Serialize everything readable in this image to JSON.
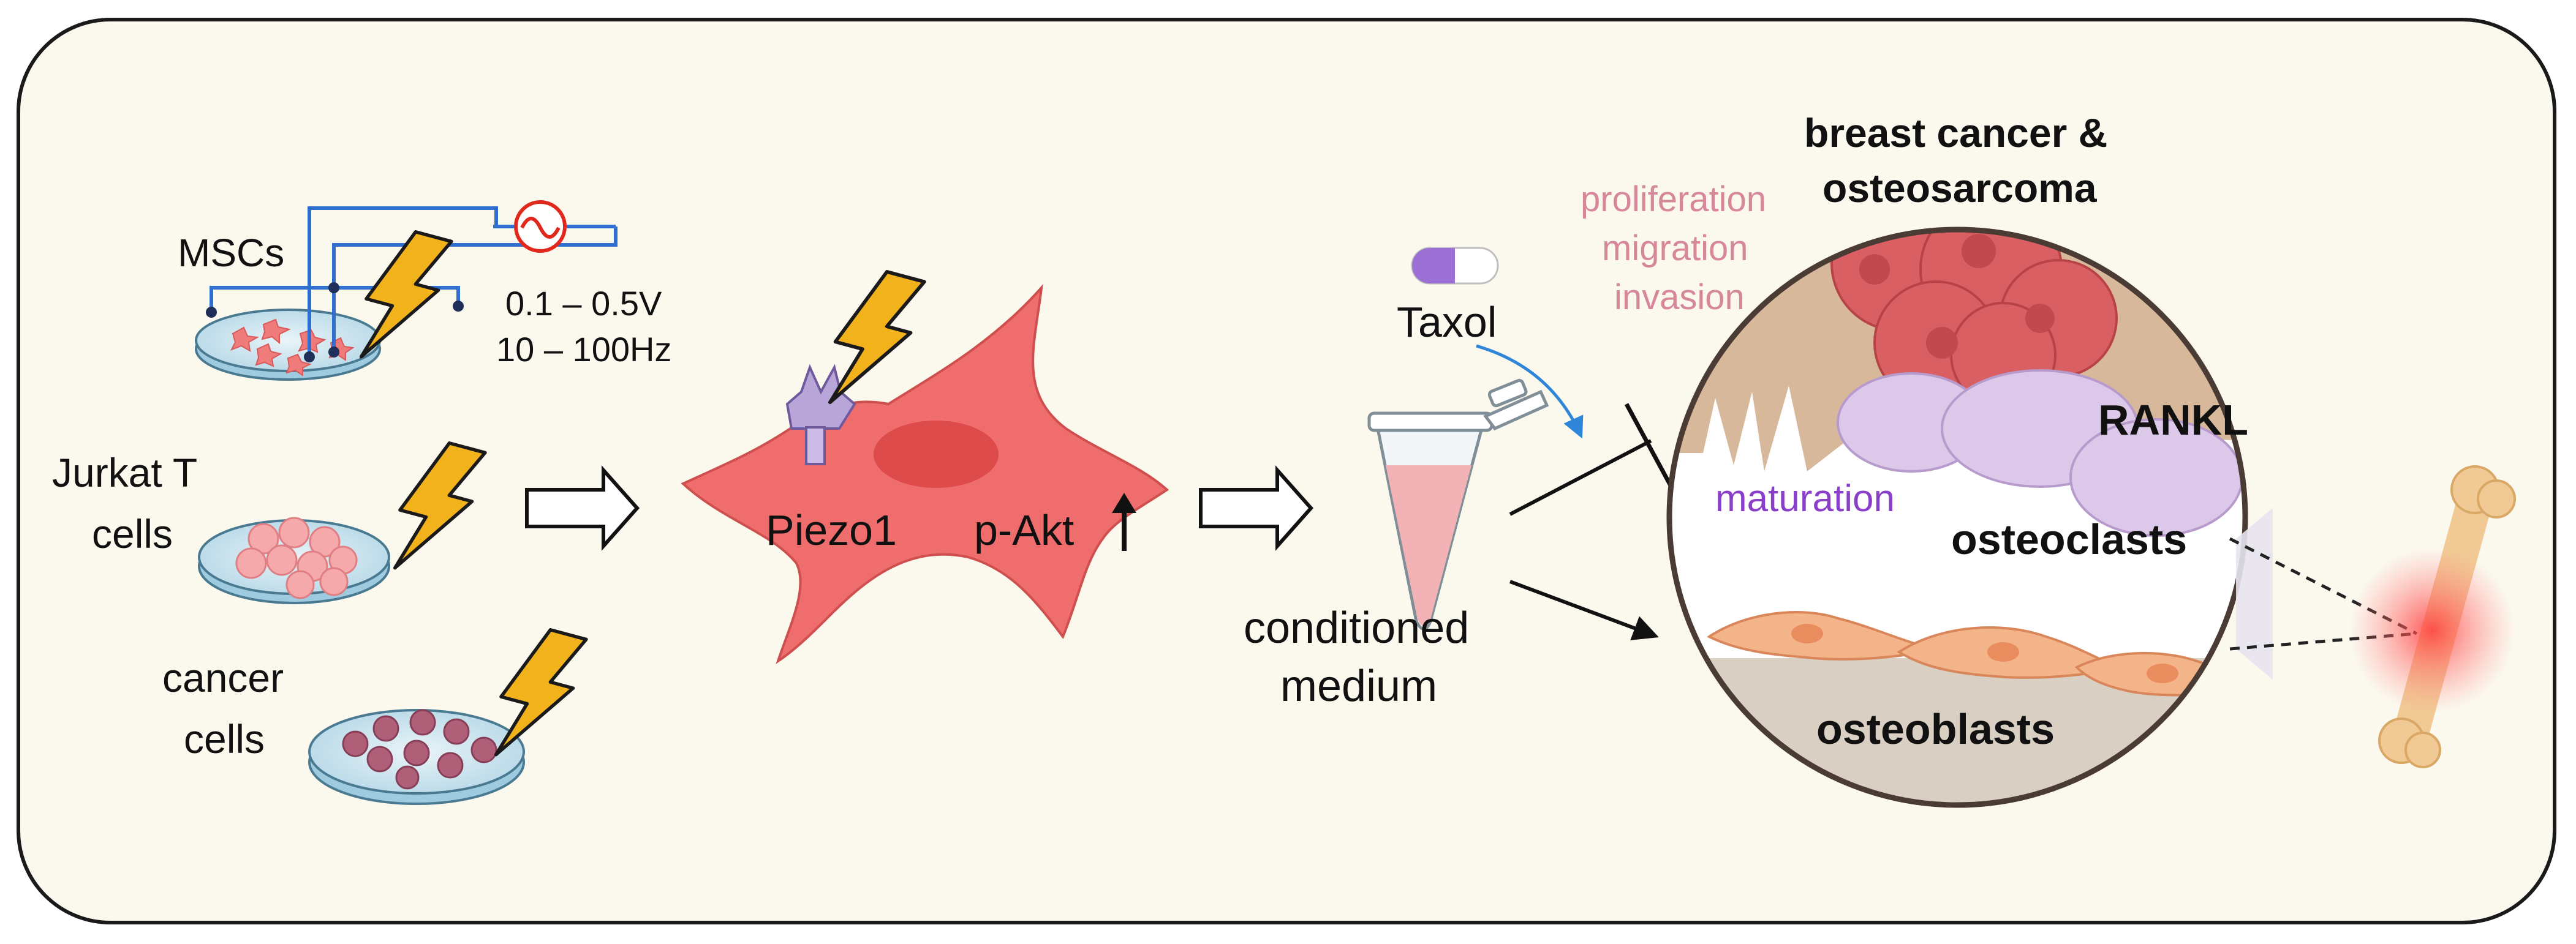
{
  "labels": {
    "mscs": "MSCs",
    "voltage": "0.1 – 0.5V",
    "frequency": "10 – 100Hz",
    "jurkat_line1": "Jurkat T",
    "jurkat_line2": "cells",
    "cancer_line1": "cancer",
    "cancer_line2": "cells",
    "piezo1": "Piezo1",
    "pakt": "p-Akt",
    "conditioned_line1": "conditioned",
    "conditioned_line2": "medium",
    "taxol": "Taxol",
    "proliferation": "proliferation",
    "migration": "migration",
    "invasion": "invasion",
    "cancer_title_line1": "breast cancer &",
    "cancer_title_line2": "osteosarcoma",
    "rankl": "RANKL",
    "maturation": "maturation",
    "osteoclasts": "osteoclasts",
    "osteoblasts": "osteoblasts"
  },
  "colors": {
    "panel_bg": "#fbf8ee",
    "panel_border": "#1a1a1a",
    "circuit_wire": "#2f6fd0",
    "ac_source": "#e0281c",
    "lightning_fill": "#f2b21c",
    "cell_body": "#ef6d6d",
    "cell_nucleus": "#d94545",
    "piezo_channel": "#b9a6d9",
    "effect_text": "#d6879a",
    "maturation_text": "#8a3fc8",
    "taxol_arrow": "#2f86d8",
    "tumor": "#d95f63",
    "osteoclast": "#dcc8e8",
    "osteoblast": "#f4b48a",
    "bone": "#f1c994"
  },
  "icons": [
    "lightning-icon",
    "ac-source-icon",
    "petri-dish-icon",
    "eppendorf-tube-icon",
    "taxol-capsule-icon",
    "piezo1-channel-icon",
    "bone-icon",
    "inhibition-icon",
    "hollow-arrow-icon",
    "up-arrow-icon"
  ]
}
